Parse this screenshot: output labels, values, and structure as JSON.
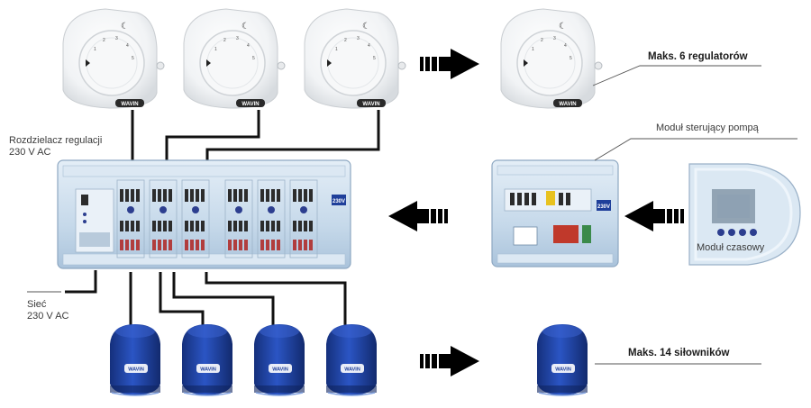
{
  "labels": {
    "max_regulators": "Maks. 6 regulatorów",
    "pump_module": "Moduł sterujący pompą",
    "distributor_line1": "Rozdzielacz regulacji",
    "distributor_line2": "230 V AC",
    "time_module": "Moduł czasowy",
    "mains_line1": "Sieć",
    "mains_line2": "230 V AC",
    "max_actuators": "Maks. 14 siłowników"
  },
  "brand_text": "WAVIN",
  "voltage_badge": "230V",
  "colors": {
    "module_blue": "#c9dced",
    "actuator_blue": "#1f3f9a",
    "connector_red": "#c0392b",
    "wire": "#111111"
  }
}
